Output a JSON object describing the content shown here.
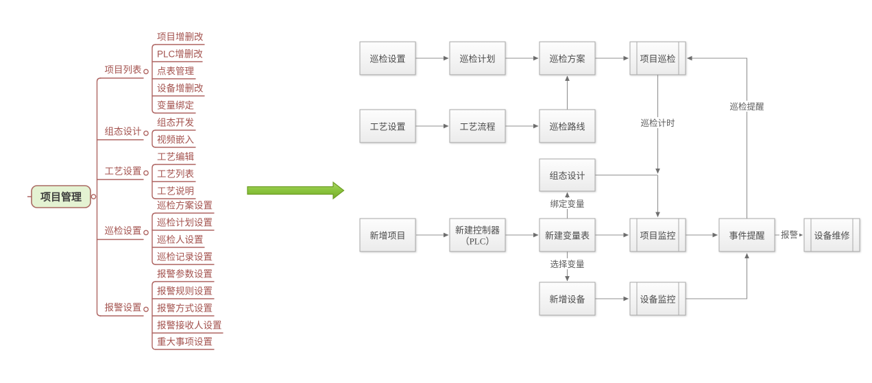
{
  "mindmap": {
    "root": "项目管理",
    "branches": [
      {
        "label": "项目列表",
        "children": [
          "项目增删改",
          "PLC增删改",
          "点表管理",
          "设备增删改",
          "变量绑定"
        ]
      },
      {
        "label": "组态设计",
        "children": [
          "组态开发",
          "视频嵌入"
        ]
      },
      {
        "label": "工艺设置",
        "children": [
          "工艺编辑",
          "工艺列表",
          "工艺说明"
        ]
      },
      {
        "label": "巡检设置",
        "children": [
          "巡检方案设置",
          "巡检计划设置",
          "巡检人设置",
          "巡检记录设置"
        ]
      },
      {
        "label": "报警设置",
        "children": [
          "报警参数设置",
          "报警规则设置",
          "报警方式设置",
          "报警接收人设置",
          "重大事项设置"
        ]
      }
    ],
    "colors": {
      "line": "#ad6360",
      "text": "#a3524e",
      "root_fill": "#e4f2d2",
      "root_border": "#a96a62",
      "root_text": "#3e3e3e"
    }
  },
  "transform_arrow": {
    "fill": "#8cc63f",
    "border": "#6c9c22"
  },
  "flowchart": {
    "boxes": [
      {
        "id": "inspect-settings",
        "label": "巡检设置",
        "style": "plain"
      },
      {
        "id": "inspect-plan",
        "label": "巡检计划",
        "style": "plain"
      },
      {
        "id": "inspect-scheme",
        "label": "巡检方案",
        "style": "plain"
      },
      {
        "id": "project-inspect",
        "label": "项目巡检",
        "style": "subroutine"
      },
      {
        "id": "process-settings",
        "label": "工艺设置",
        "style": "plain"
      },
      {
        "id": "process-flow",
        "label": "工艺流程",
        "style": "plain"
      },
      {
        "id": "inspect-route",
        "label": "巡检路线",
        "style": "plain"
      },
      {
        "id": "config-design",
        "label": "组态设计",
        "style": "plain"
      },
      {
        "id": "new-project",
        "label": "新增项目",
        "style": "plain"
      },
      {
        "id": "new-controller",
        "label": "新建控制器",
        "label2": "（PLC）",
        "style": "plain"
      },
      {
        "id": "new-var-table",
        "label": "新建变量表",
        "style": "plain"
      },
      {
        "id": "project-monitor",
        "label": "项目监控",
        "style": "subroutine"
      },
      {
        "id": "event-remind",
        "label": "事件提醒",
        "style": "plain"
      },
      {
        "id": "device-repair",
        "label": "设备维修",
        "style": "subroutine"
      },
      {
        "id": "new-device",
        "label": "新增设备",
        "style": "plain"
      },
      {
        "id": "device-monitor",
        "label": "设备监控",
        "style": "subroutine"
      }
    ],
    "edge_labels": {
      "inspect_timing": "巡检计时",
      "inspect_remind": "巡检提醒",
      "bind_var": "绑定变量",
      "select_var": "选择变量",
      "alarm": "报警"
    },
    "connections": [
      {
        "from": "巡检设置",
        "to": "巡检计划"
      },
      {
        "from": "巡检计划",
        "to": "巡检方案"
      },
      {
        "from": "巡检方案",
        "to": "项目巡检"
      },
      {
        "from": "工艺设置",
        "to": "工艺流程"
      },
      {
        "from": "工艺流程",
        "to": "巡检路线"
      },
      {
        "from": "巡检路线",
        "to": "巡检方案"
      },
      {
        "from": "项目巡检",
        "to": "项目监控",
        "label": "巡检计时"
      },
      {
        "from": "组态设计",
        "to": "项目监控"
      },
      {
        "from": "新建变量表",
        "to": "组态设计",
        "label": "绑定变量"
      },
      {
        "from": "新增项目",
        "to": "新建控制器（PLC）"
      },
      {
        "from": "新建控制器（PLC）",
        "to": "新建变量表"
      },
      {
        "from": "新建变量表",
        "to": "项目监控"
      },
      {
        "from": "新建变量表",
        "to": "新增设备",
        "label": "选择变量"
      },
      {
        "from": "新增设备",
        "to": "设备监控"
      },
      {
        "from": "项目监控",
        "to": "事件提醒"
      },
      {
        "from": "事件提醒",
        "to": "设备维修",
        "label": "报警"
      },
      {
        "from": "设备监控",
        "to": "事件提醒"
      },
      {
        "from": "事件提醒",
        "to": "项目巡检",
        "label": "巡检提醒"
      }
    ],
    "colors": {
      "line": "#8f8f8f",
      "box_border": "#a8a8a8",
      "text": "#4c4c4c"
    }
  }
}
